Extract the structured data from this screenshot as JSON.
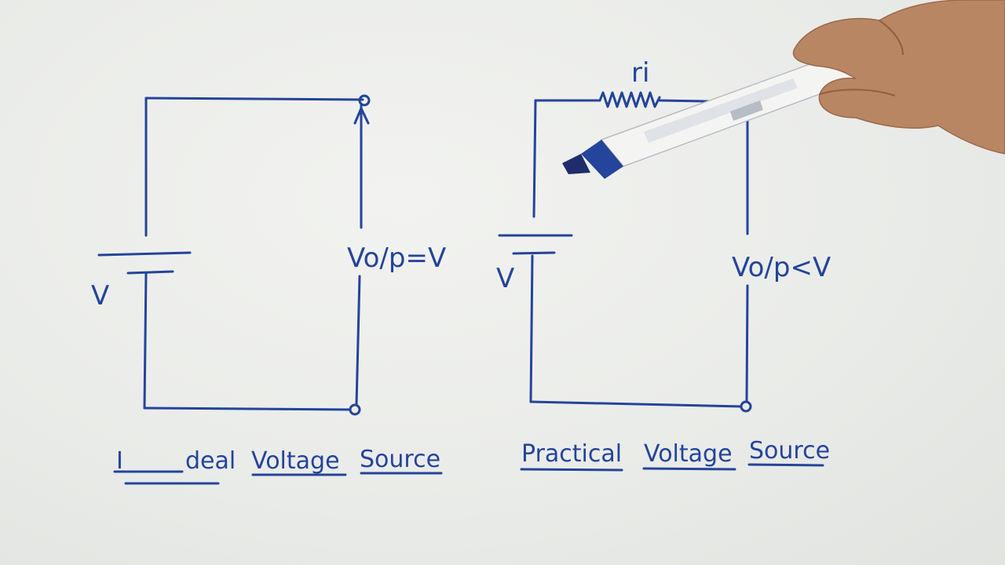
{
  "ideal": {
    "battery_label": "V",
    "output_label": "Vo/p=V",
    "caption_parts": [
      "I",
      "deal",
      "Voltage",
      "Source"
    ]
  },
  "practical": {
    "resistor_label": "ri",
    "battery_label": "V",
    "output_label": "Vo/p<V",
    "caption_parts": [
      "Practical",
      "Voltage",
      "Source"
    ]
  },
  "colors": {
    "ink": "#24449a",
    "board": "#eceeeb"
  }
}
